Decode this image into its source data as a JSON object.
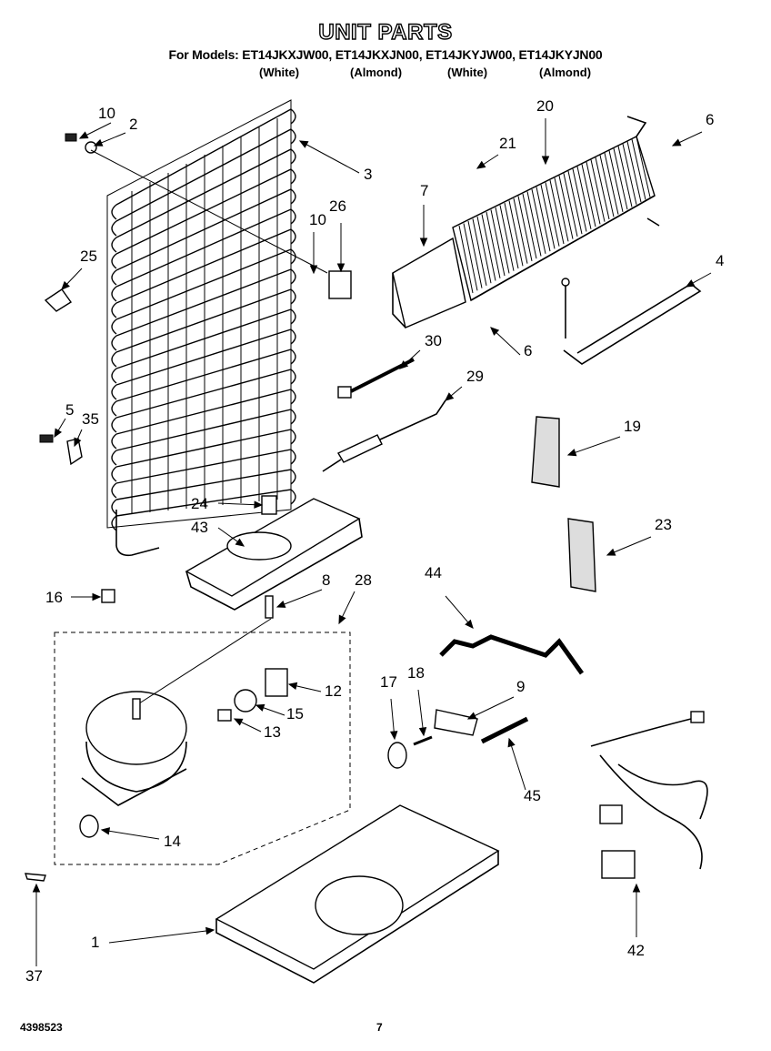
{
  "header": {
    "title": "UNIT PARTS",
    "models": "For Models: ET14JKXJW00, ET14JKXJN00, ET14JKYJW00, ET14JKYJN00",
    "variants": [
      "(White)",
      "(Almond)",
      "(White)",
      "(Almond)"
    ]
  },
  "callouts": [
    "10",
    "2",
    "3",
    "20",
    "21",
    "6",
    "7",
    "26",
    "10",
    "25",
    "4",
    "6",
    "30",
    "29",
    "19",
    "5",
    "35",
    "24",
    "43",
    "23",
    "16",
    "8",
    "28",
    "44",
    "12",
    "15",
    "17",
    "18",
    "9",
    "13",
    "45",
    "14",
    "42",
    "37",
    "1"
  ],
  "footer": {
    "doc_number": "4398523",
    "page_number": "7"
  }
}
